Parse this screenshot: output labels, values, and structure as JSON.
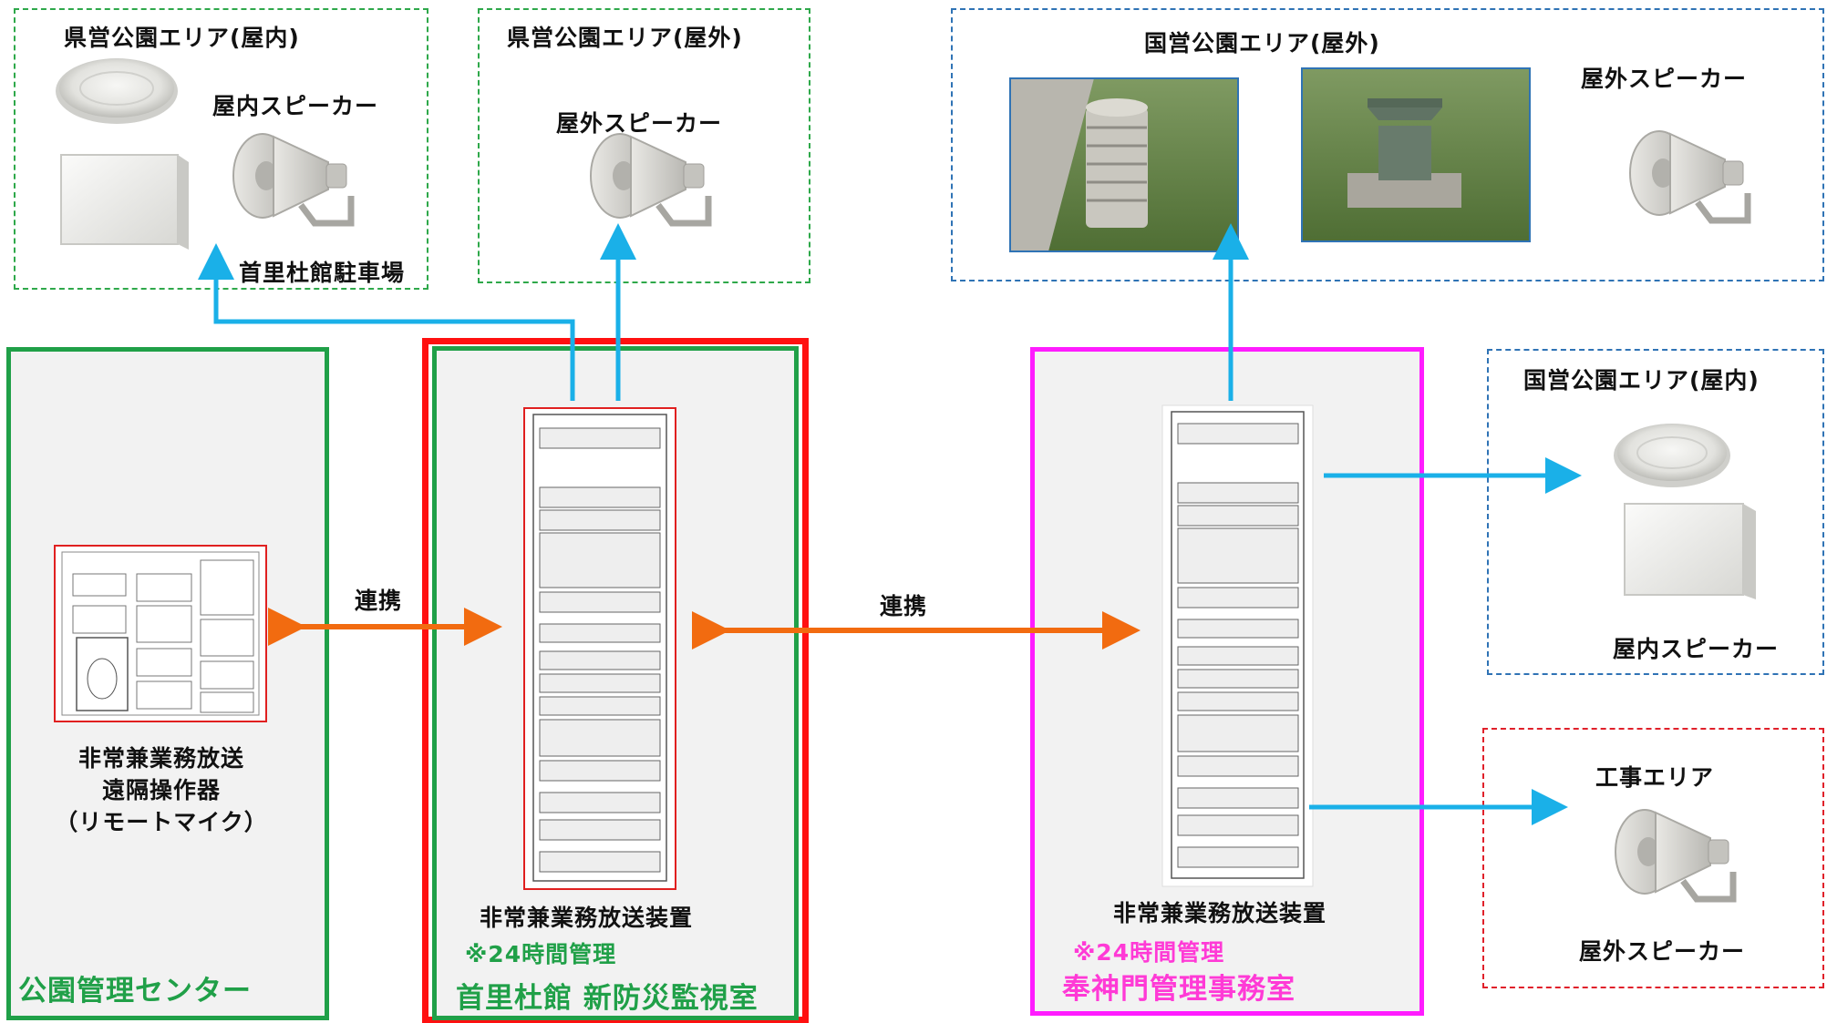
{
  "prefectural_indoor": {
    "title": "県営公園エリア(屋内)",
    "speaker_label": "屋内スピーカー",
    "parking_label": "首里杜館駐車場"
  },
  "prefectural_outdoor": {
    "title": "県営公園エリア(屋外)",
    "speaker_label": "屋外スピーカー"
  },
  "national_outdoor": {
    "title": "国営公園エリア(屋外)",
    "speaker_label": "屋外スピーカー"
  },
  "national_indoor": {
    "title": "国営公園エリア(屋内)",
    "speaker_label": "屋内スピーカー"
  },
  "construction_area": {
    "title": "工事エリア",
    "speaker_label": "屋外スピーカー"
  },
  "park_center": {
    "device_line1": "非常兼業務放送",
    "device_line2": "遠隔操作器",
    "device_line3": "（リモートマイク）",
    "name": "公園管理センター"
  },
  "shurimori": {
    "device": "非常兼業務放送装置",
    "note": "※24時間管理",
    "name": "首里杜館 新防災監視室"
  },
  "hoshinmon": {
    "device": "非常兼業務放送装置",
    "note": "※24時間管理",
    "name": "奉神門管理事務室"
  },
  "links": {
    "link_left": "連携",
    "link_right": "連携"
  },
  "colors": {
    "blue_arrow": "#1ab0e8",
    "orange_arrow": "#f26b10",
    "green": "#20a048",
    "red": "#ff1010",
    "magenta": "#ff1cff"
  }
}
